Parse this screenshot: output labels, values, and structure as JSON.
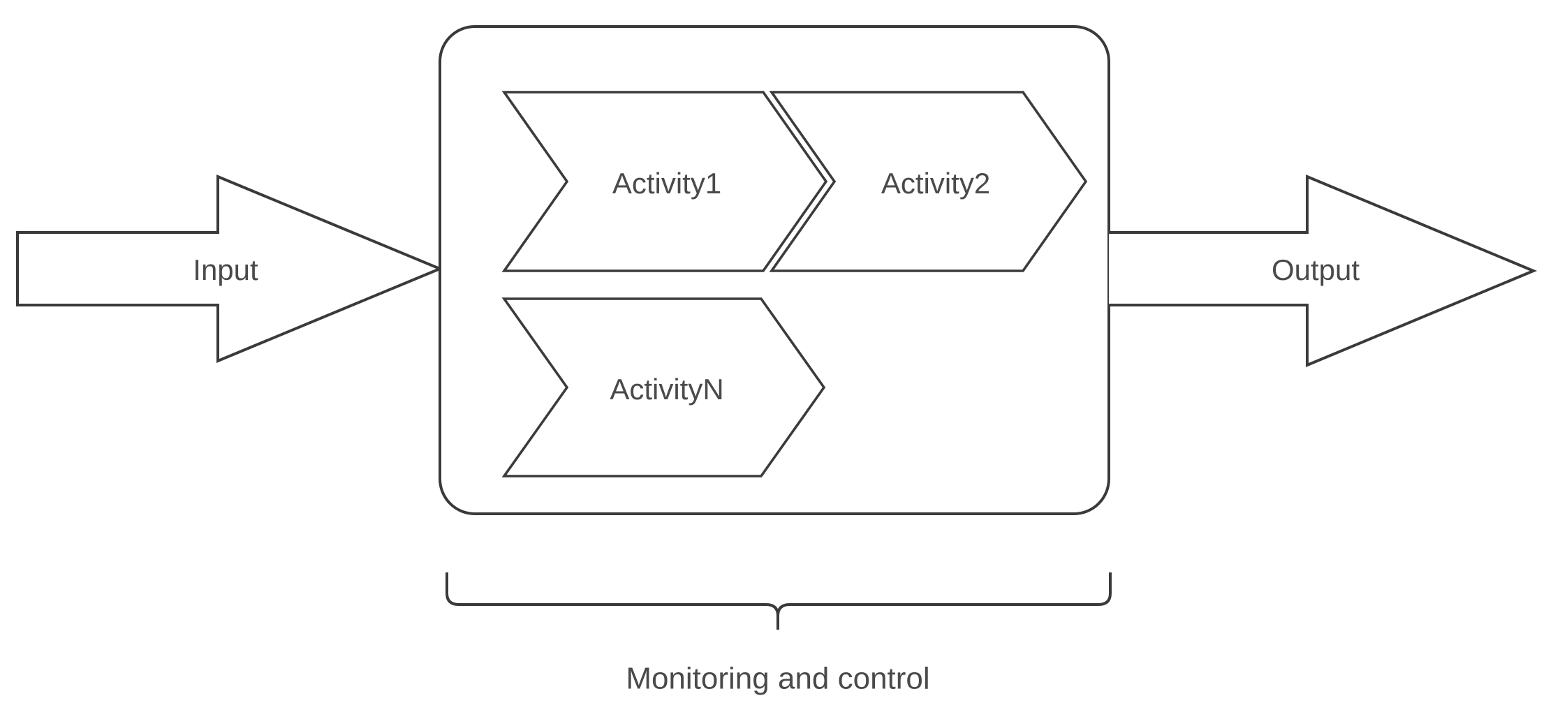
{
  "diagram": {
    "type": "process-block-diagram",
    "title": "Process block diagram with monitoring and control",
    "background_color": "#ffffff",
    "stroke_color": "#3a3a3a",
    "text_color": "#4a4a4a",
    "input": {
      "label": "Input",
      "shape": "block-arrow-right"
    },
    "output": {
      "label": "Output",
      "shape": "block-arrow-right"
    },
    "process_container": {
      "shape": "rounded-rectangle",
      "label": ""
    },
    "activities": [
      {
        "label": "Activity1",
        "shape": "chevron",
        "row": 1,
        "column": 1
      },
      {
        "label": "Activity2",
        "shape": "chevron",
        "row": 1,
        "column": 2
      },
      {
        "label": "ActivityN",
        "shape": "chevron",
        "row": 2,
        "column": 1
      }
    ],
    "brace": {
      "orientation": "bottom",
      "caption": "Monitoring and control"
    }
  }
}
